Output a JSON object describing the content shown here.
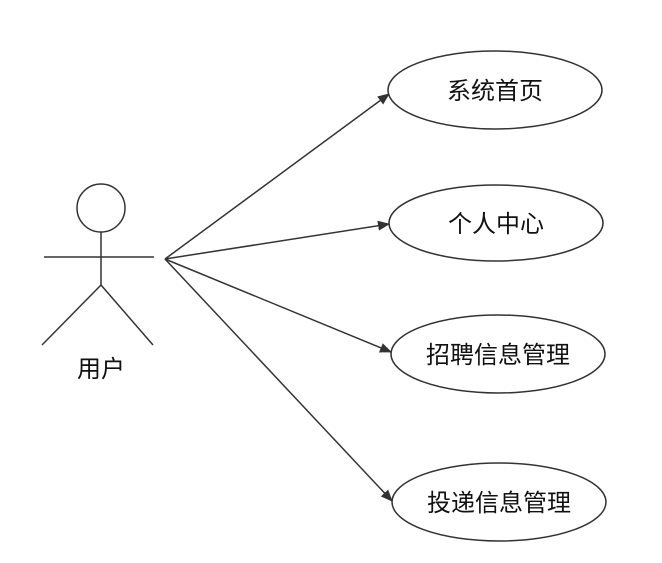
{
  "actor": {
    "label": "用户"
  },
  "use_cases": [
    {
      "label": "系统首页"
    },
    {
      "label": "个人中心"
    },
    {
      "label": "招聘信息管理"
    },
    {
      "label": "投递信息管理"
    }
  ],
  "colors": {
    "stroke": "#333333",
    "text": "#111111",
    "background": "#ffffff"
  }
}
